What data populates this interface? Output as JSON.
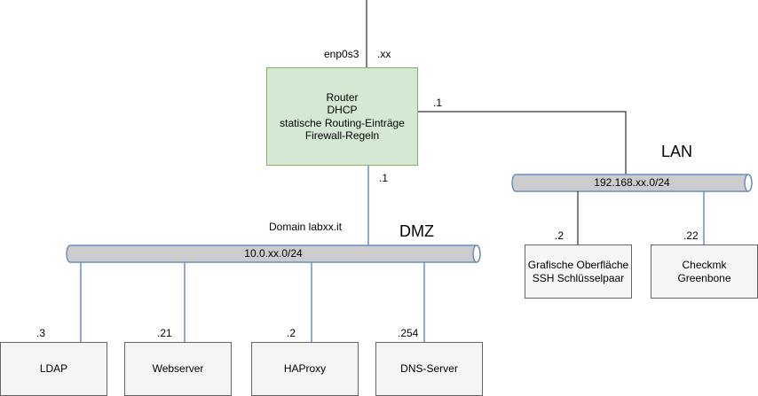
{
  "router": {
    "lines": [
      "Router",
      "DHCP",
      "statische Routing-Einträge",
      "Firewall-Regeln"
    ],
    "uplink_interface": "enp0s3",
    "uplink_ip": ".xx",
    "lan_ip": ".1",
    "dmz_ip": ".1"
  },
  "dmz": {
    "title": "DMZ",
    "network": "10.0.xx.0/24",
    "domain": "Domain labxx.it",
    "hosts": [
      {
        "name": "LDAP",
        "ip": ".3"
      },
      {
        "name": "Webserver",
        "ip": ".21"
      },
      {
        "name": "HAProxy",
        "ip": ".2"
      },
      {
        "name": "DNS-Server",
        "ip": ".254"
      }
    ]
  },
  "lan": {
    "title": "LAN",
    "network": "192.168.xx.0/24",
    "hosts": [
      {
        "lines": [
          "Grafische Oberfläche",
          "SSH Schlüsselpaar"
        ],
        "ip": ".2"
      },
      {
        "lines": [
          "Checkmk",
          "Greenbone"
        ],
        "ip": ".22"
      }
    ]
  },
  "colors": {
    "router_fill": "#d5e8d4",
    "router_stroke": "#82b366",
    "host_fill": "#f5f5f5",
    "host_stroke": "#666666",
    "bus_fill": "#cccccc",
    "dmz_link": "#6c8ebf",
    "lan_link_plain": "#000000",
    "lan_link_blue": "#6c8ebf"
  }
}
